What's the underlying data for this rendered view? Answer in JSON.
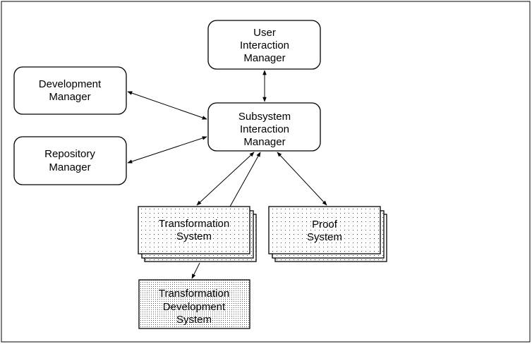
{
  "diagram": {
    "nodes": {
      "user_interaction_manager": {
        "lines": [
          "User",
          "Interaction",
          "Manager"
        ]
      },
      "development_manager": {
        "lines": [
          "Development",
          "Manager"
        ]
      },
      "subsystem_interaction_manager": {
        "lines": [
          "Subsystem",
          "Interaction",
          "Manager"
        ]
      },
      "repository_manager": {
        "lines": [
          "Repository",
          "Manager"
        ]
      },
      "transformation_system": {
        "lines": [
          "Transformation",
          "System"
        ]
      },
      "proof_system": {
        "lines": [
          "Proof",
          "System"
        ]
      },
      "transformation_development_system": {
        "lines": [
          "Transformation",
          "Development",
          "System"
        ]
      }
    }
  }
}
